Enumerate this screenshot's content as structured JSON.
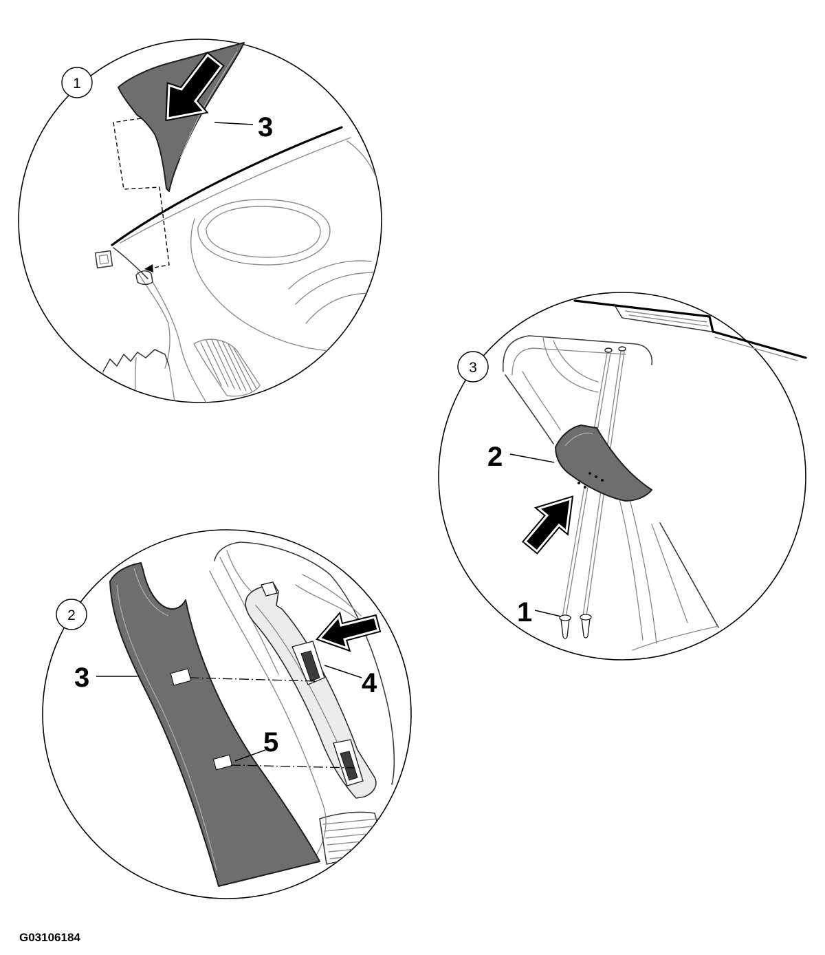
{
  "views": [
    {
      "badge": "1",
      "callouts": [
        "3"
      ]
    },
    {
      "badge": "2",
      "callouts": [
        "3",
        "4",
        "5"
      ]
    },
    {
      "badge": "3",
      "callouts": [
        "2",
        "1"
      ]
    }
  ],
  "figure_code": "G03106184",
  "colors": {
    "trim": "#6e6e6e",
    "ink": "#000000",
    "detail": "#8c8c8c",
    "bracket": "#ececec"
  }
}
